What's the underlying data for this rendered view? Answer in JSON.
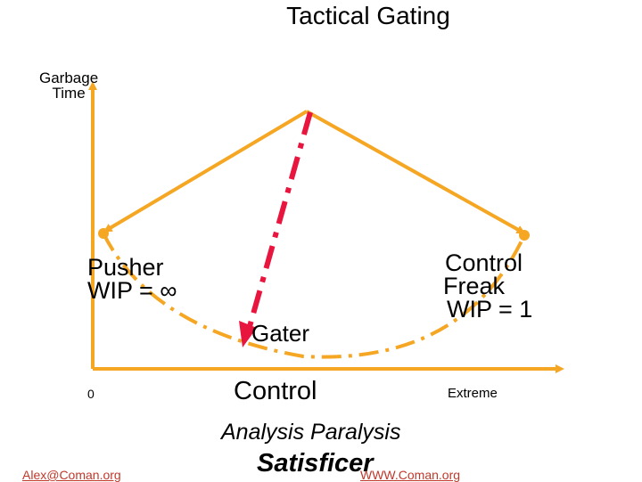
{
  "title": "Tactical Gating",
  "y_axis": {
    "label_line1": "Garbage",
    "label_line2": "Time"
  },
  "x_axis": {
    "tick_low": "0",
    "tick_mid": "Control",
    "tick_high": "Extreme"
  },
  "labels": {
    "pusher_line1": "Pusher",
    "pusher_line2": "WIP = ∞",
    "control_freak_line1": "Control",
    "control_freak_line2": "Freak",
    "control_freak_line3": "WIP = 1",
    "gater": "Gater",
    "analysis_paralysis": "Analysis Paralysis",
    "satisficer": "Satisficer"
  },
  "footer": {
    "email": "Alex@Coman.org",
    "website": "WWW.Coman.org"
  },
  "colors": {
    "axis": "#f5a623",
    "curve": "#f5a623",
    "pointer": "#e8153f",
    "link": "#c0392b"
  }
}
